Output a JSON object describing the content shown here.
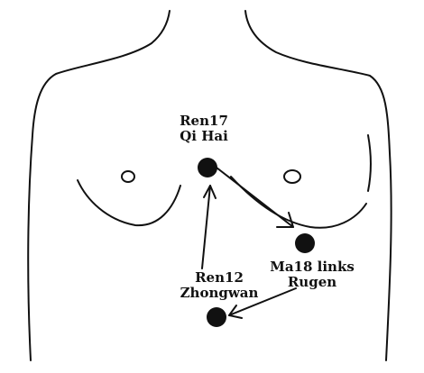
{
  "points": {
    "ren17": {
      "name": "Ren17",
      "pinyin": "Qi Hai"
    },
    "ma18": {
      "name": "Ma18 links",
      "pinyin": "Rugen"
    },
    "ren12": {
      "name": "Ren12",
      "pinyin": "Zhongwan"
    }
  },
  "colors": {
    "ink": "#111111",
    "background": "#ffffff"
  }
}
